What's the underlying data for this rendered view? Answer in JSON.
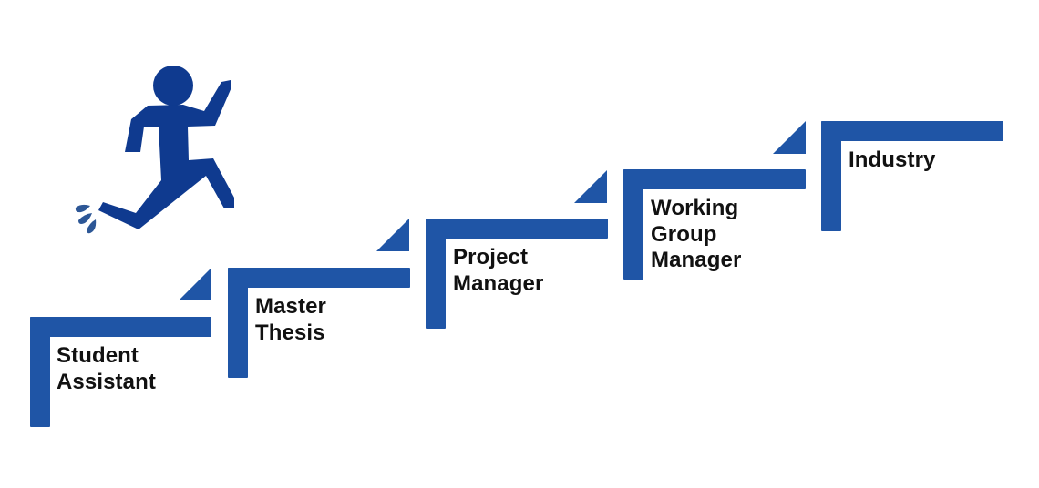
{
  "diagram": {
    "type": "career-staircase",
    "colors": {
      "step": "#1f55a6",
      "figure": "#0f3a8f",
      "droplets": "#2d5796",
      "text": "#111111",
      "background": "#ffffff"
    },
    "figure": {
      "icon": "running-person-icon",
      "effect": "water-splash-droplets"
    },
    "steps": [
      {
        "label": "Student\nAssistant",
        "order": 1,
        "has_arrow": true
      },
      {
        "label": "Master\nThesis",
        "order": 2,
        "has_arrow": true
      },
      {
        "label": "Project\nManager",
        "order": 3,
        "has_arrow": true
      },
      {
        "label": "Working\nGroup\nManager",
        "order": 4,
        "has_arrow": true
      },
      {
        "label": "Industry",
        "order": 5,
        "has_arrow": false
      }
    ]
  }
}
